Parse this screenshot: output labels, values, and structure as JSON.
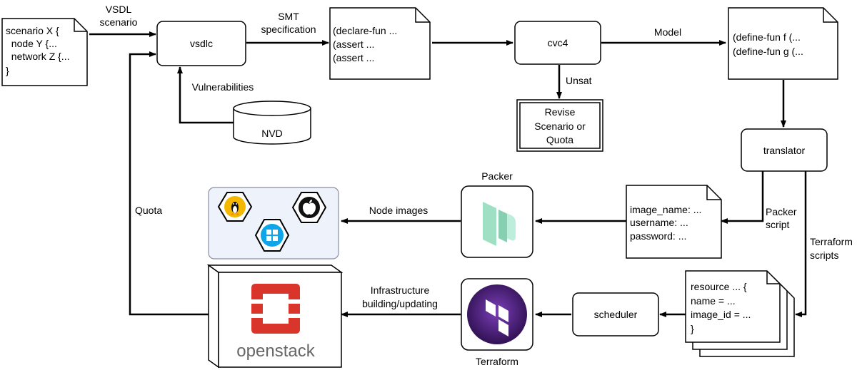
{
  "nodes": {
    "scenario_doc": {
      "lines": [
        "scenario X {",
        "  node Y {...",
        "  network Z {...",
        "}"
      ]
    },
    "vsdlc": {
      "label": "vsdlc"
    },
    "smt_doc": {
      "lines": [
        "(declare-fun ...",
        "(assert ...",
        "(assert ..."
      ]
    },
    "cvc4": {
      "label": "cvc4"
    },
    "model_doc": {
      "lines": [
        "(define-fun f (...",
        "(define-fun g (..."
      ]
    },
    "revise": {
      "lines": [
        "Revise",
        "Scenario or",
        "Quota"
      ]
    },
    "nvd": {
      "label": "NVD"
    },
    "translator": {
      "label": "translator"
    },
    "packer_doc": {
      "lines": [
        "image_name: ...",
        "username: ...",
        "password: ..."
      ]
    },
    "packer_tool": {
      "label": "Packer"
    },
    "terraform_doc": {
      "lines": [
        "resource ... {",
        "name = ...",
        "image_id = ...",
        "}"
      ]
    },
    "scheduler": {
      "label": "scheduler"
    },
    "terraform_tool": {
      "label": "Terraform"
    },
    "openstack": {
      "label": "openstack"
    }
  },
  "edges": {
    "vsdl_scenario": [
      "VSDL",
      "scenario"
    ],
    "smt_spec": [
      "SMT",
      "specification"
    ],
    "model": "Model",
    "unsat": "Unsat",
    "vulnerabilities": "Vulnerabilities",
    "quota": "Quota",
    "packer_script": [
      "Packer",
      "script"
    ],
    "terraform_scripts": [
      "Terraform",
      "scripts"
    ],
    "node_images": "Node images",
    "infra": [
      "Infrastructure",
      "building/updating"
    ]
  },
  "icons": {
    "os_images": [
      "linux-icon",
      "apple-icon",
      "windows-icon"
    ],
    "colors": {
      "linux_bg": "#f5b800",
      "windows_bg": "#0ea5e9",
      "apple_bg": "#111111",
      "panel_bg": "#eef2fb",
      "packer_green": "#7fd3b0",
      "terraform_purple": "#5c2d91",
      "openstack_red": "#d9352b"
    }
  }
}
